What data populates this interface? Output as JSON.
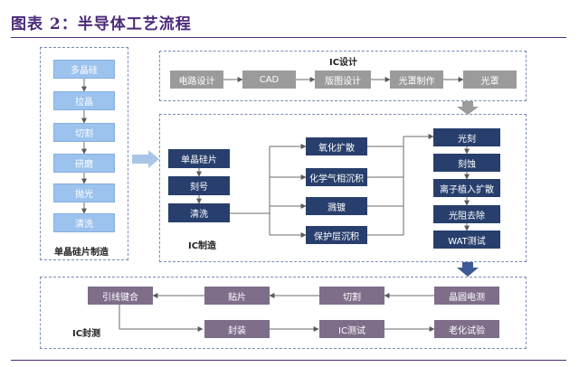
{
  "title": "图表 2：半导体工艺流程",
  "wafer_panel": {
    "label": "单晶硅片制造",
    "steps": [
      "多晶硅",
      "拉晶",
      "切割",
      "研磨",
      "抛光",
      "清洗"
    ]
  },
  "design_panel": {
    "label": "IC设计",
    "steps": [
      "电路设计",
      "CAD",
      "版图设计",
      "光罩制作",
      "光罩"
    ]
  },
  "fab_panel": {
    "label": "IC制造",
    "left_steps": [
      "单晶硅片",
      "刻号",
      "清洗"
    ],
    "middle_steps": [
      "氧化扩散",
      "化学气相沉积",
      "溅镀",
      "保护层沉积"
    ],
    "right_steps": [
      "光刻",
      "刻蚀",
      "离子植入扩散",
      "光阻去除",
      "WAT测试"
    ]
  },
  "package_panel": {
    "label": "IC封测",
    "top_steps": [
      "引线键合",
      "贴片",
      "切割",
      "晶圆电测"
    ],
    "bottom_steps": [
      "封装",
      "IC测试",
      "老化试验"
    ]
  },
  "colors": {
    "wafer": "#9cc2ee",
    "gray": "#9b9b9b",
    "navy": "#283f6d",
    "mauve": "#7e6e8a",
    "title": "#4b2a7a"
  }
}
